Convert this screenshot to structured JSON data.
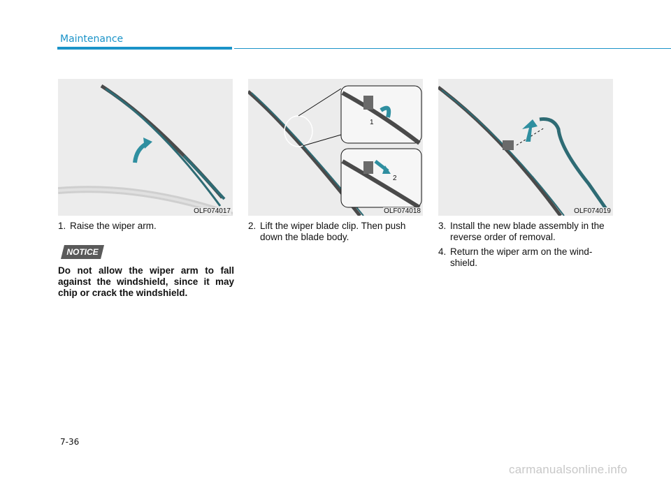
{
  "header": {
    "section_title": "Maintenance"
  },
  "figures": [
    {
      "code": "OLF074017"
    },
    {
      "code": "OLF074018",
      "callouts": [
        "1",
        "2"
      ]
    },
    {
      "code": "OLF074019"
    }
  ],
  "steps": [
    {
      "num": "1.",
      "text": "Raise the wiper arm."
    },
    {
      "num": "2.",
      "text": "Lift the wiper blade clip. Then push down the blade body."
    },
    {
      "num": "3.",
      "text": "Install the new blade assembly in the reverse order of removal."
    },
    {
      "num": "4.",
      "text": "Return the wiper arm on the wind-shield."
    }
  ],
  "notice": {
    "label": "NOTICE",
    "text": "Do not allow the wiper arm to fall against the windshield, since it may chip or crack the windshield."
  },
  "footer": {
    "page_number": "7-36",
    "watermark": "carmanualsonline.info"
  },
  "colors": {
    "accent": "#1a93c8",
    "arrow": "#2f8fa0",
    "notice_bg": "#5a5a5a"
  }
}
